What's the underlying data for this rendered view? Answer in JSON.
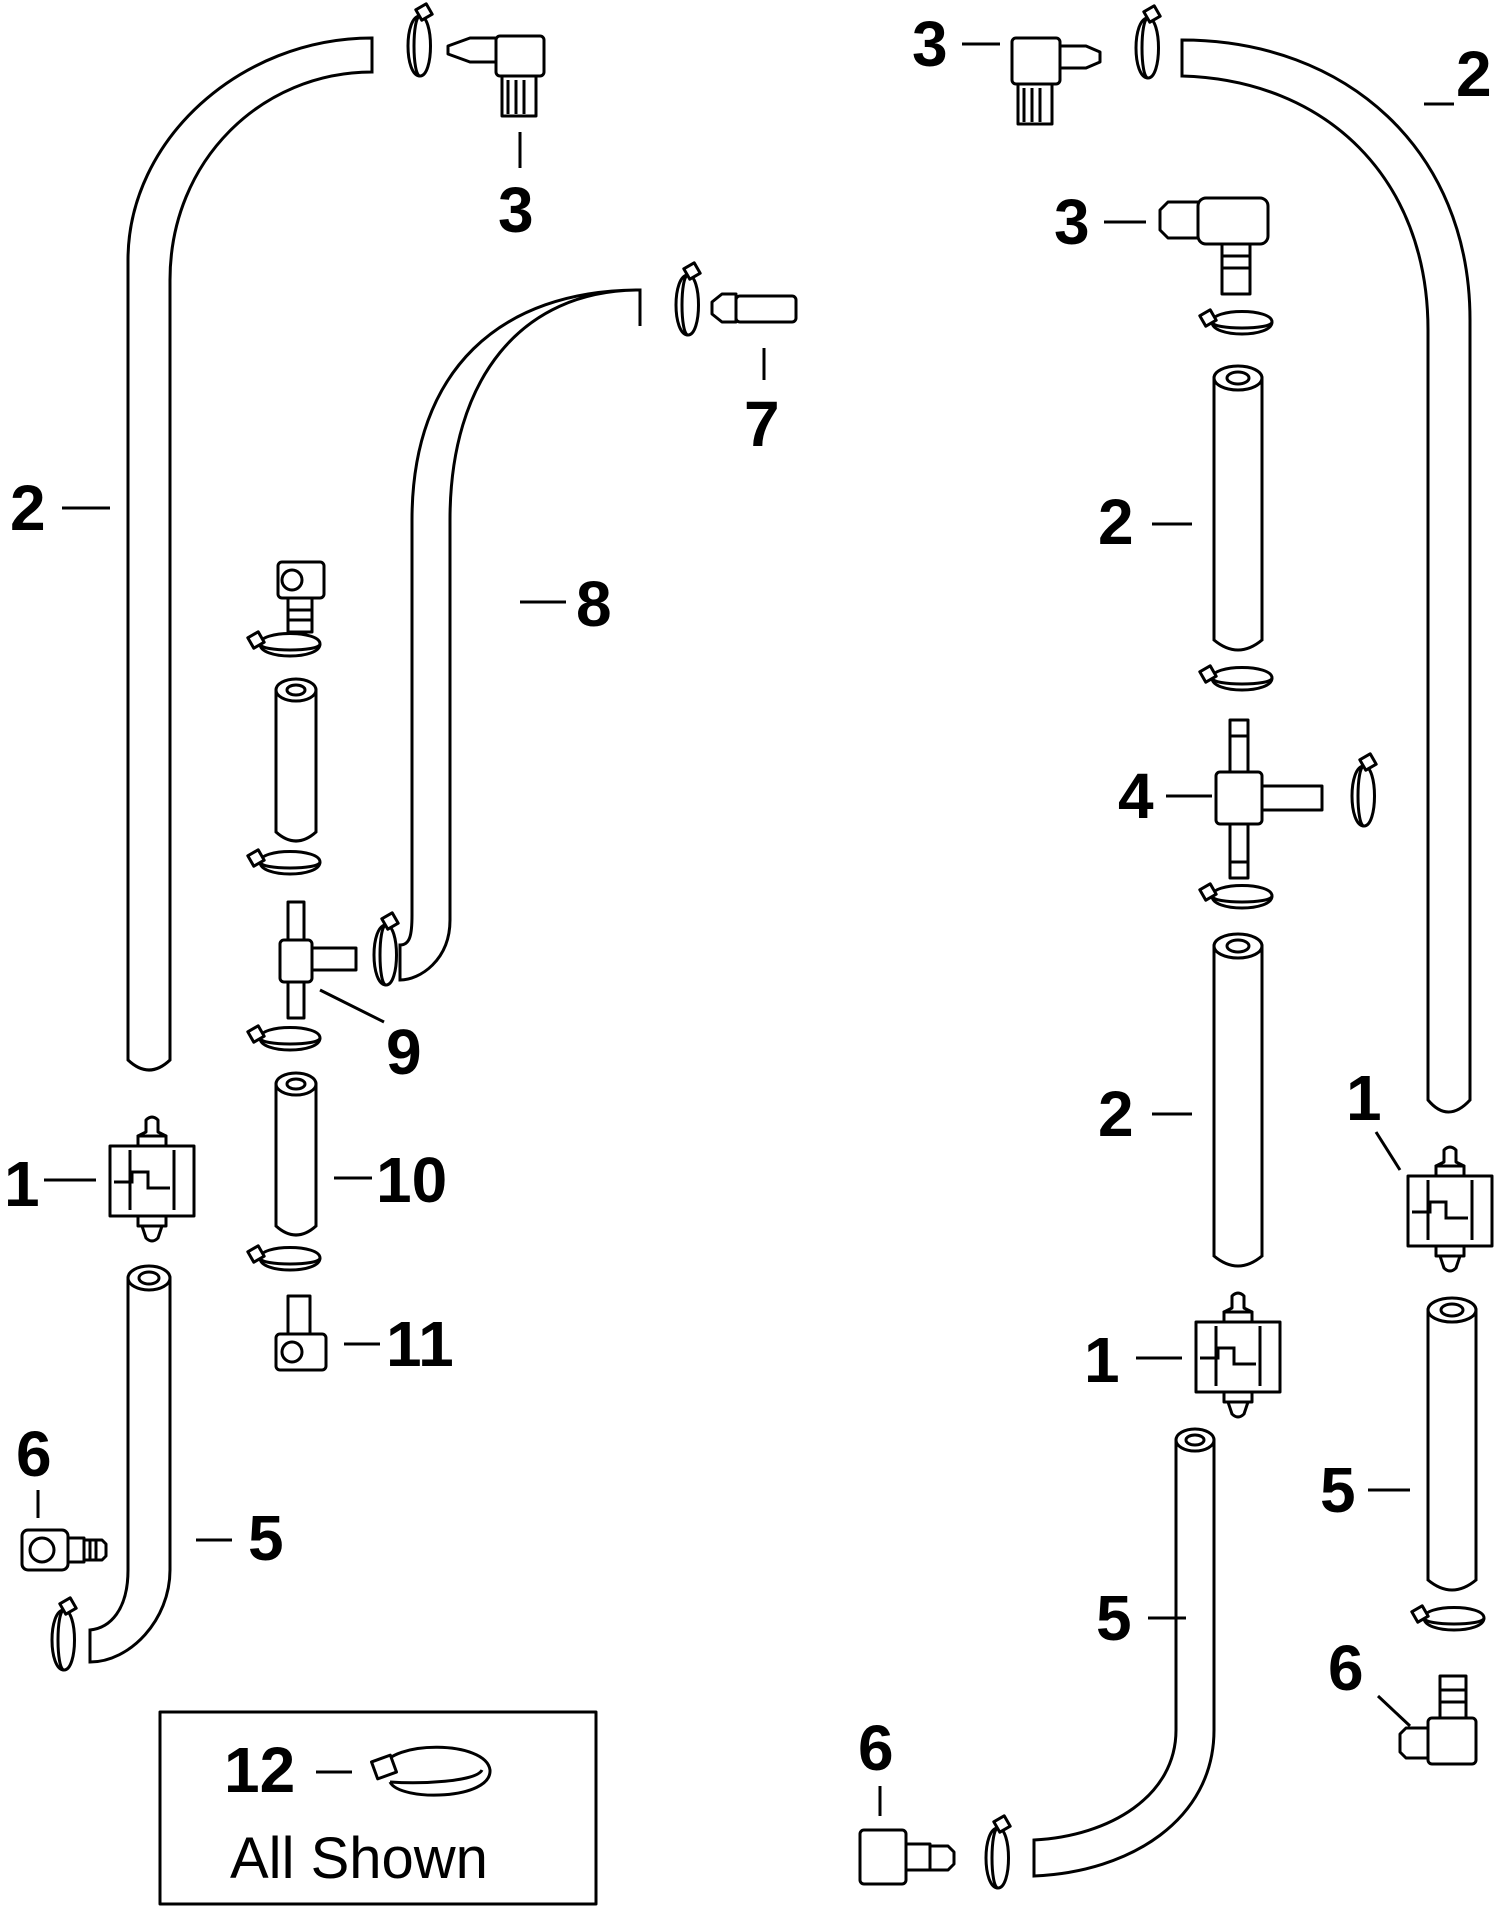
{
  "diagram": {
    "callouts": {
      "c1_left": "1",
      "c1_right_upper": "1",
      "c1_right_lower": "1",
      "c2_left": "2",
      "c2_right_top": "2",
      "c2_right_mid_upper": "2",
      "c2_right_mid_lower": "2",
      "c3_left": "3",
      "c3_right_top": "3",
      "c3_right_second": "3",
      "c4": "4",
      "c5_left": "5",
      "c5_right_mid": "5",
      "c5_right_lower": "5",
      "c6_left": "6",
      "c6_right_lower": "6",
      "c6_right_upper": "6",
      "c7": "7",
      "c8": "8",
      "c9": "9",
      "c10": "10",
      "c11": "11",
      "c12": "12"
    },
    "legend_box": {
      "note": "All Shown"
    }
  }
}
